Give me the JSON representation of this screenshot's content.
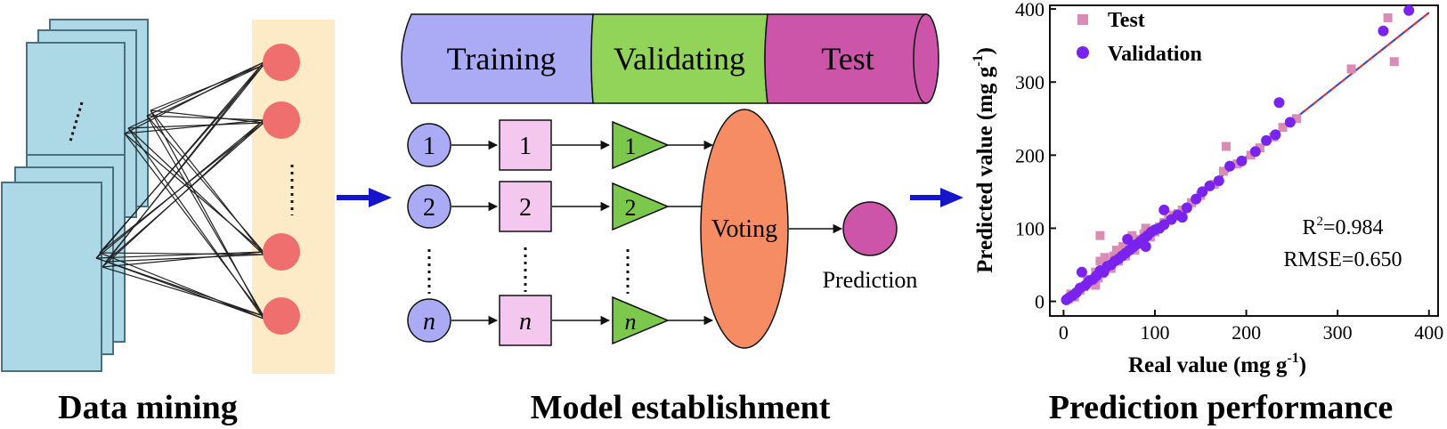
{
  "sections": {
    "data_mining": {
      "label": "Data mining"
    },
    "model": {
      "label": "Model  establishment",
      "cylinder": {
        "training": "Training",
        "validating": "Validating",
        "test": "Test"
      },
      "row_labels": [
        "1",
        "2",
        "n"
      ],
      "voting": "Voting",
      "prediction": "Prediction"
    },
    "performance": {
      "label": "Prediction performance"
    }
  },
  "colors": {
    "sheet": "#add8e6",
    "panel": "#fdebc8",
    "neuron": "#ef6e6e",
    "training": "#aaaaf5",
    "validating": "#92d45a",
    "test": "#cc55aa",
    "triangle": "#7cc84c",
    "voting": "#f58c64",
    "prediction": "#cc55aa",
    "arrow": "#1515cc",
    "test_marker": "#d98cb4",
    "validation_marker": "#7a22ee",
    "fit_line_red": "#e03030",
    "fit_line_blue": "#3050e0"
  },
  "chart_data": {
    "type": "scatter",
    "xlabel": "Real value (mg g-1)",
    "ylabel": "Predicted value (mg g-1)",
    "xlim": [
      -15,
      410
    ],
    "ylim": [
      -20,
      405
    ],
    "xticks": [
      0,
      100,
      200,
      300,
      400
    ],
    "yticks": [
      0,
      100,
      200,
      300,
      400
    ],
    "grid": false,
    "legend_position": "top-left",
    "annotations": [
      "R2=0.984",
      "RMSE=0.650"
    ],
    "fit_line": {
      "x": [
        0,
        400
      ],
      "y": [
        0,
        395
      ]
    },
    "series": [
      {
        "name": "Test",
        "marker": "square",
        "points": [
          [
            5,
            3
          ],
          [
            8,
            10
          ],
          [
            12,
            6
          ],
          [
            18,
            15
          ],
          [
            22,
            20
          ],
          [
            26,
            30
          ],
          [
            30,
            25
          ],
          [
            35,
            40
          ],
          [
            38,
            32
          ],
          [
            40,
            55
          ],
          [
            42,
            38
          ],
          [
            45,
            60
          ],
          [
            48,
            50
          ],
          [
            52,
            45
          ],
          [
            55,
            62
          ],
          [
            58,
            70
          ],
          [
            60,
            55
          ],
          [
            65,
            75
          ],
          [
            68,
            62
          ],
          [
            72,
            80
          ],
          [
            75,
            90
          ],
          [
            78,
            70
          ],
          [
            80,
            85
          ],
          [
            85,
            78
          ],
          [
            88,
            92
          ],
          [
            90,
            100
          ],
          [
            95,
            88
          ],
          [
            100,
            95
          ],
          [
            105,
            102
          ],
          [
            110,
            108
          ],
          [
            115,
            112
          ],
          [
            120,
            118
          ],
          [
            125,
            120
          ],
          [
            130,
            125
          ],
          [
            140,
            135
          ],
          [
            150,
            145
          ],
          [
            165,
            160
          ],
          [
            175,
            178
          ],
          [
            178,
            212
          ],
          [
            190,
            188
          ],
          [
            205,
            200
          ],
          [
            215,
            210
          ],
          [
            230,
            225
          ],
          [
            240,
            238
          ],
          [
            255,
            250
          ],
          [
            315,
            318
          ],
          [
            355,
            388
          ],
          [
            362,
            328
          ],
          [
            40,
            90
          ],
          [
            35,
            22
          ]
        ]
      },
      {
        "name": "Validation",
        "marker": "circle",
        "points": [
          [
            3,
            2
          ],
          [
            6,
            5
          ],
          [
            10,
            8
          ],
          [
            14,
            12
          ],
          [
            18,
            18
          ],
          [
            20,
            40
          ],
          [
            24,
            22
          ],
          [
            28,
            28
          ],
          [
            32,
            30
          ],
          [
            36,
            35
          ],
          [
            40,
            42
          ],
          [
            44,
            40
          ],
          [
            48,
            48
          ],
          [
            52,
            50
          ],
          [
            56,
            55
          ],
          [
            60,
            58
          ],
          [
            64,
            62
          ],
          [
            68,
            66
          ],
          [
            72,
            70
          ],
          [
            76,
            74
          ],
          [
            80,
            78
          ],
          [
            84,
            82
          ],
          [
            88,
            86
          ],
          [
            92,
            90
          ],
          [
            96,
            95
          ],
          [
            100,
            98
          ],
          [
            105,
            100
          ],
          [
            110,
            105
          ],
          [
            118,
            112
          ],
          [
            125,
            118
          ],
          [
            135,
            128
          ],
          [
            145,
            140
          ],
          [
            152,
            150
          ],
          [
            160,
            158
          ],
          [
            170,
            165
          ],
          [
            182,
            185
          ],
          [
            195,
            192
          ],
          [
            210,
            205
          ],
          [
            222,
            220
          ],
          [
            232,
            228
          ],
          [
            236,
            272
          ],
          [
            248,
            245
          ],
          [
            350,
            370
          ],
          [
            378,
            398
          ],
          [
            90,
            75
          ],
          [
            110,
            125
          ],
          [
            70,
            85
          ],
          [
            130,
            115
          ]
        ]
      }
    ]
  }
}
